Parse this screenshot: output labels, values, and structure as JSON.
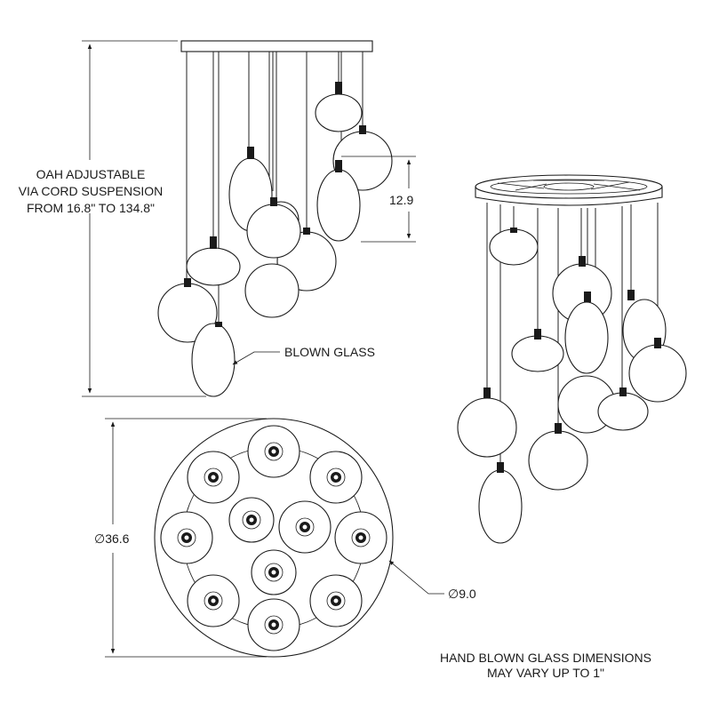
{
  "title": "Pendant chandelier dimension drawing",
  "labels": {
    "oah_line1": "OAH ADJUSTABLE",
    "oah_line2": "VIA CORD SUSPENSION",
    "oah_line3": "FROM 16.8\" TO 134.8\"",
    "glass_height": "12.9",
    "blown_glass": "BLOWN GLASS",
    "canopy_diameter": "∅36.6",
    "glass_diameter": "∅9.0",
    "note_line1": "HAND BLOWN GLASS DIMENSIONS",
    "note_line2": "MAY VARY UP TO 1\""
  },
  "colors": {
    "line": "#1a1a1a",
    "background": "#ffffff"
  }
}
